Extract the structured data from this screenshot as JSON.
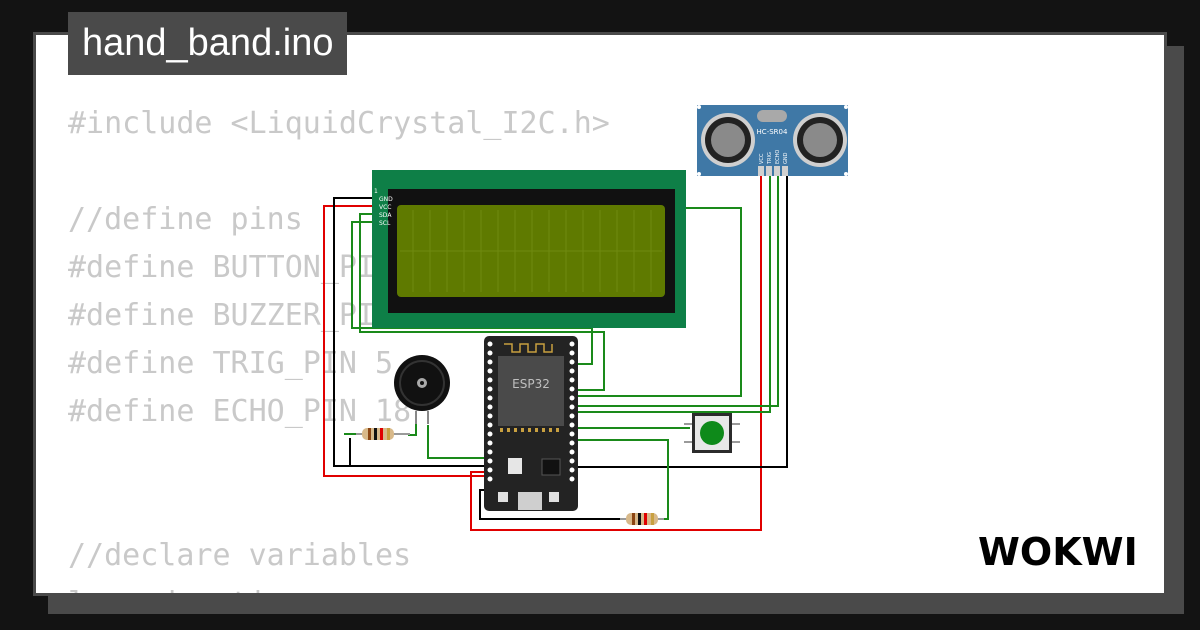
{
  "project": {
    "file_name": "hand_band.ino"
  },
  "code": {
    "lines": [
      "#include <LiquidCrystal_I2C.h>",
      "",
      "//define pins",
      "#define BUTTON_PIN 4",
      "#define BUZZER_PIN 12",
      "#define TRIG_PIN 5",
      "#define ECHO_PIN 18",
      "",
      "",
      "//declare variables",
      "long duration;"
    ]
  },
  "components": {
    "lcd_pins": [
      "1",
      "GND",
      "VCC",
      "SDA",
      "SCL"
    ],
    "esp32_label": "ESP32",
    "sensor_label": "HC-SR04",
    "sensor_pins": [
      "VCC",
      "TRIG",
      "ECHO",
      "GND"
    ]
  },
  "brand": {
    "logo": "WOKWI"
  },
  "colors": {
    "background": "#131313",
    "panel_border": "#4a4a4a",
    "code_text": "#c9c9c9",
    "lcd_board": "#0e7f47",
    "lcd_screen": "#5f7a00",
    "sensor_board": "#3f78a6",
    "esp32_board": "#232323",
    "wire_red": "#e00000",
    "wire_green": "#1a8a1a",
    "wire_black": "#000000",
    "button_cap": "#0e8a1a"
  }
}
